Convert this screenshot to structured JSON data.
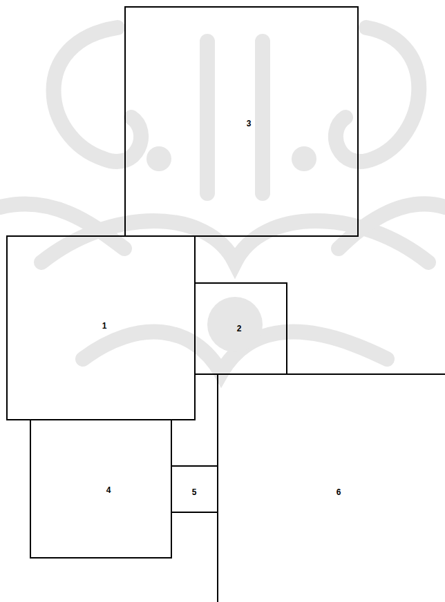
{
  "diagram": {
    "nodes": [
      {
        "text": [
          "3"
        ]
      },
      {
        "text": [
          "1"
        ]
      },
      {
        "text": [
          "2"
        ]
      },
      {
        "text": [
          "4"
        ]
      },
      {
        "text": [
          "5"
        ]
      },
      {
        "text": [
          "6"
        ]
      }
    ]
  }
}
